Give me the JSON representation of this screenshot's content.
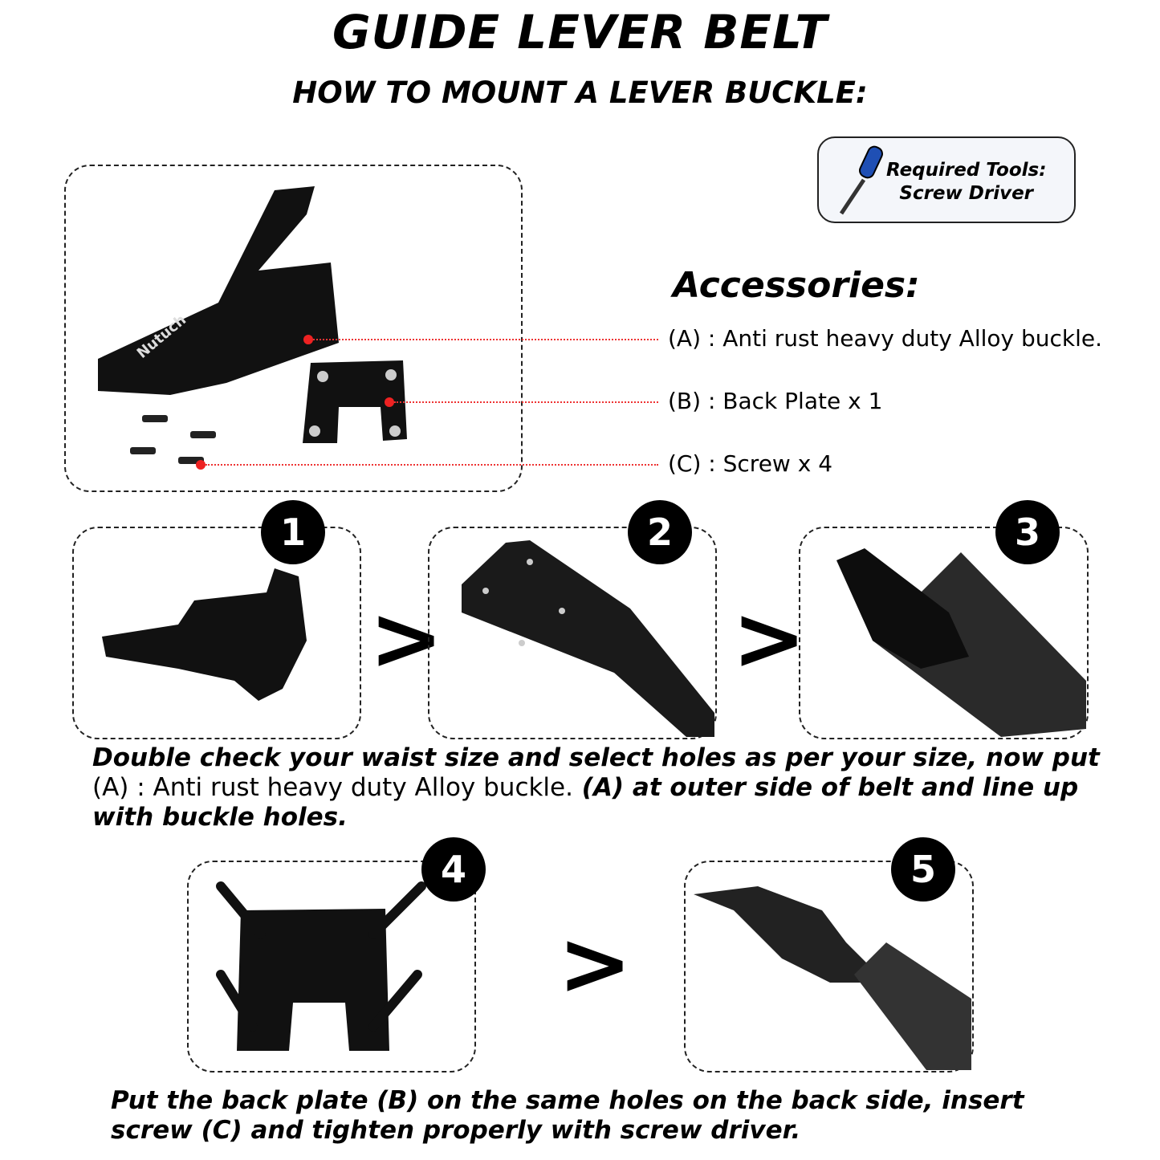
{
  "title": "GUIDE LEVER BELT",
  "subtitle": "HOW TO MOUNT A LEVER BUCKLE:",
  "tools": {
    "line1": "Required Tools:",
    "line2": "Screw Driver",
    "icon": "screwdriver-icon"
  },
  "accessories": {
    "heading": "Accessories:",
    "items": [
      {
        "label": "(A) : Anti rust heavy duty Alloy buckle."
      },
      {
        "label": "(B) : Back Plate x 1"
      },
      {
        "label": "(C) : Screw x 4"
      }
    ]
  },
  "steps": [
    {
      "num": "1"
    },
    {
      "num": "2"
    },
    {
      "num": "3"
    },
    {
      "num": "4"
    },
    {
      "num": "5"
    }
  ],
  "arrow": ">",
  "brand": "Nutuch",
  "instruction1": {
    "part1": "Double check your waist size and select holes as per your size, now put ",
    "part2": "(A) : Anti rust heavy duty Alloy buckle.",
    "part3": " (A) at outer side of belt and line up with buckle holes."
  },
  "instruction2": "Put the back plate (B) on the same holes on the back side, insert screw (C) and tighten properly with screw driver.",
  "colors": {
    "accent_red": "#e22222",
    "screwdriver_blue": "#1f4fb4"
  }
}
